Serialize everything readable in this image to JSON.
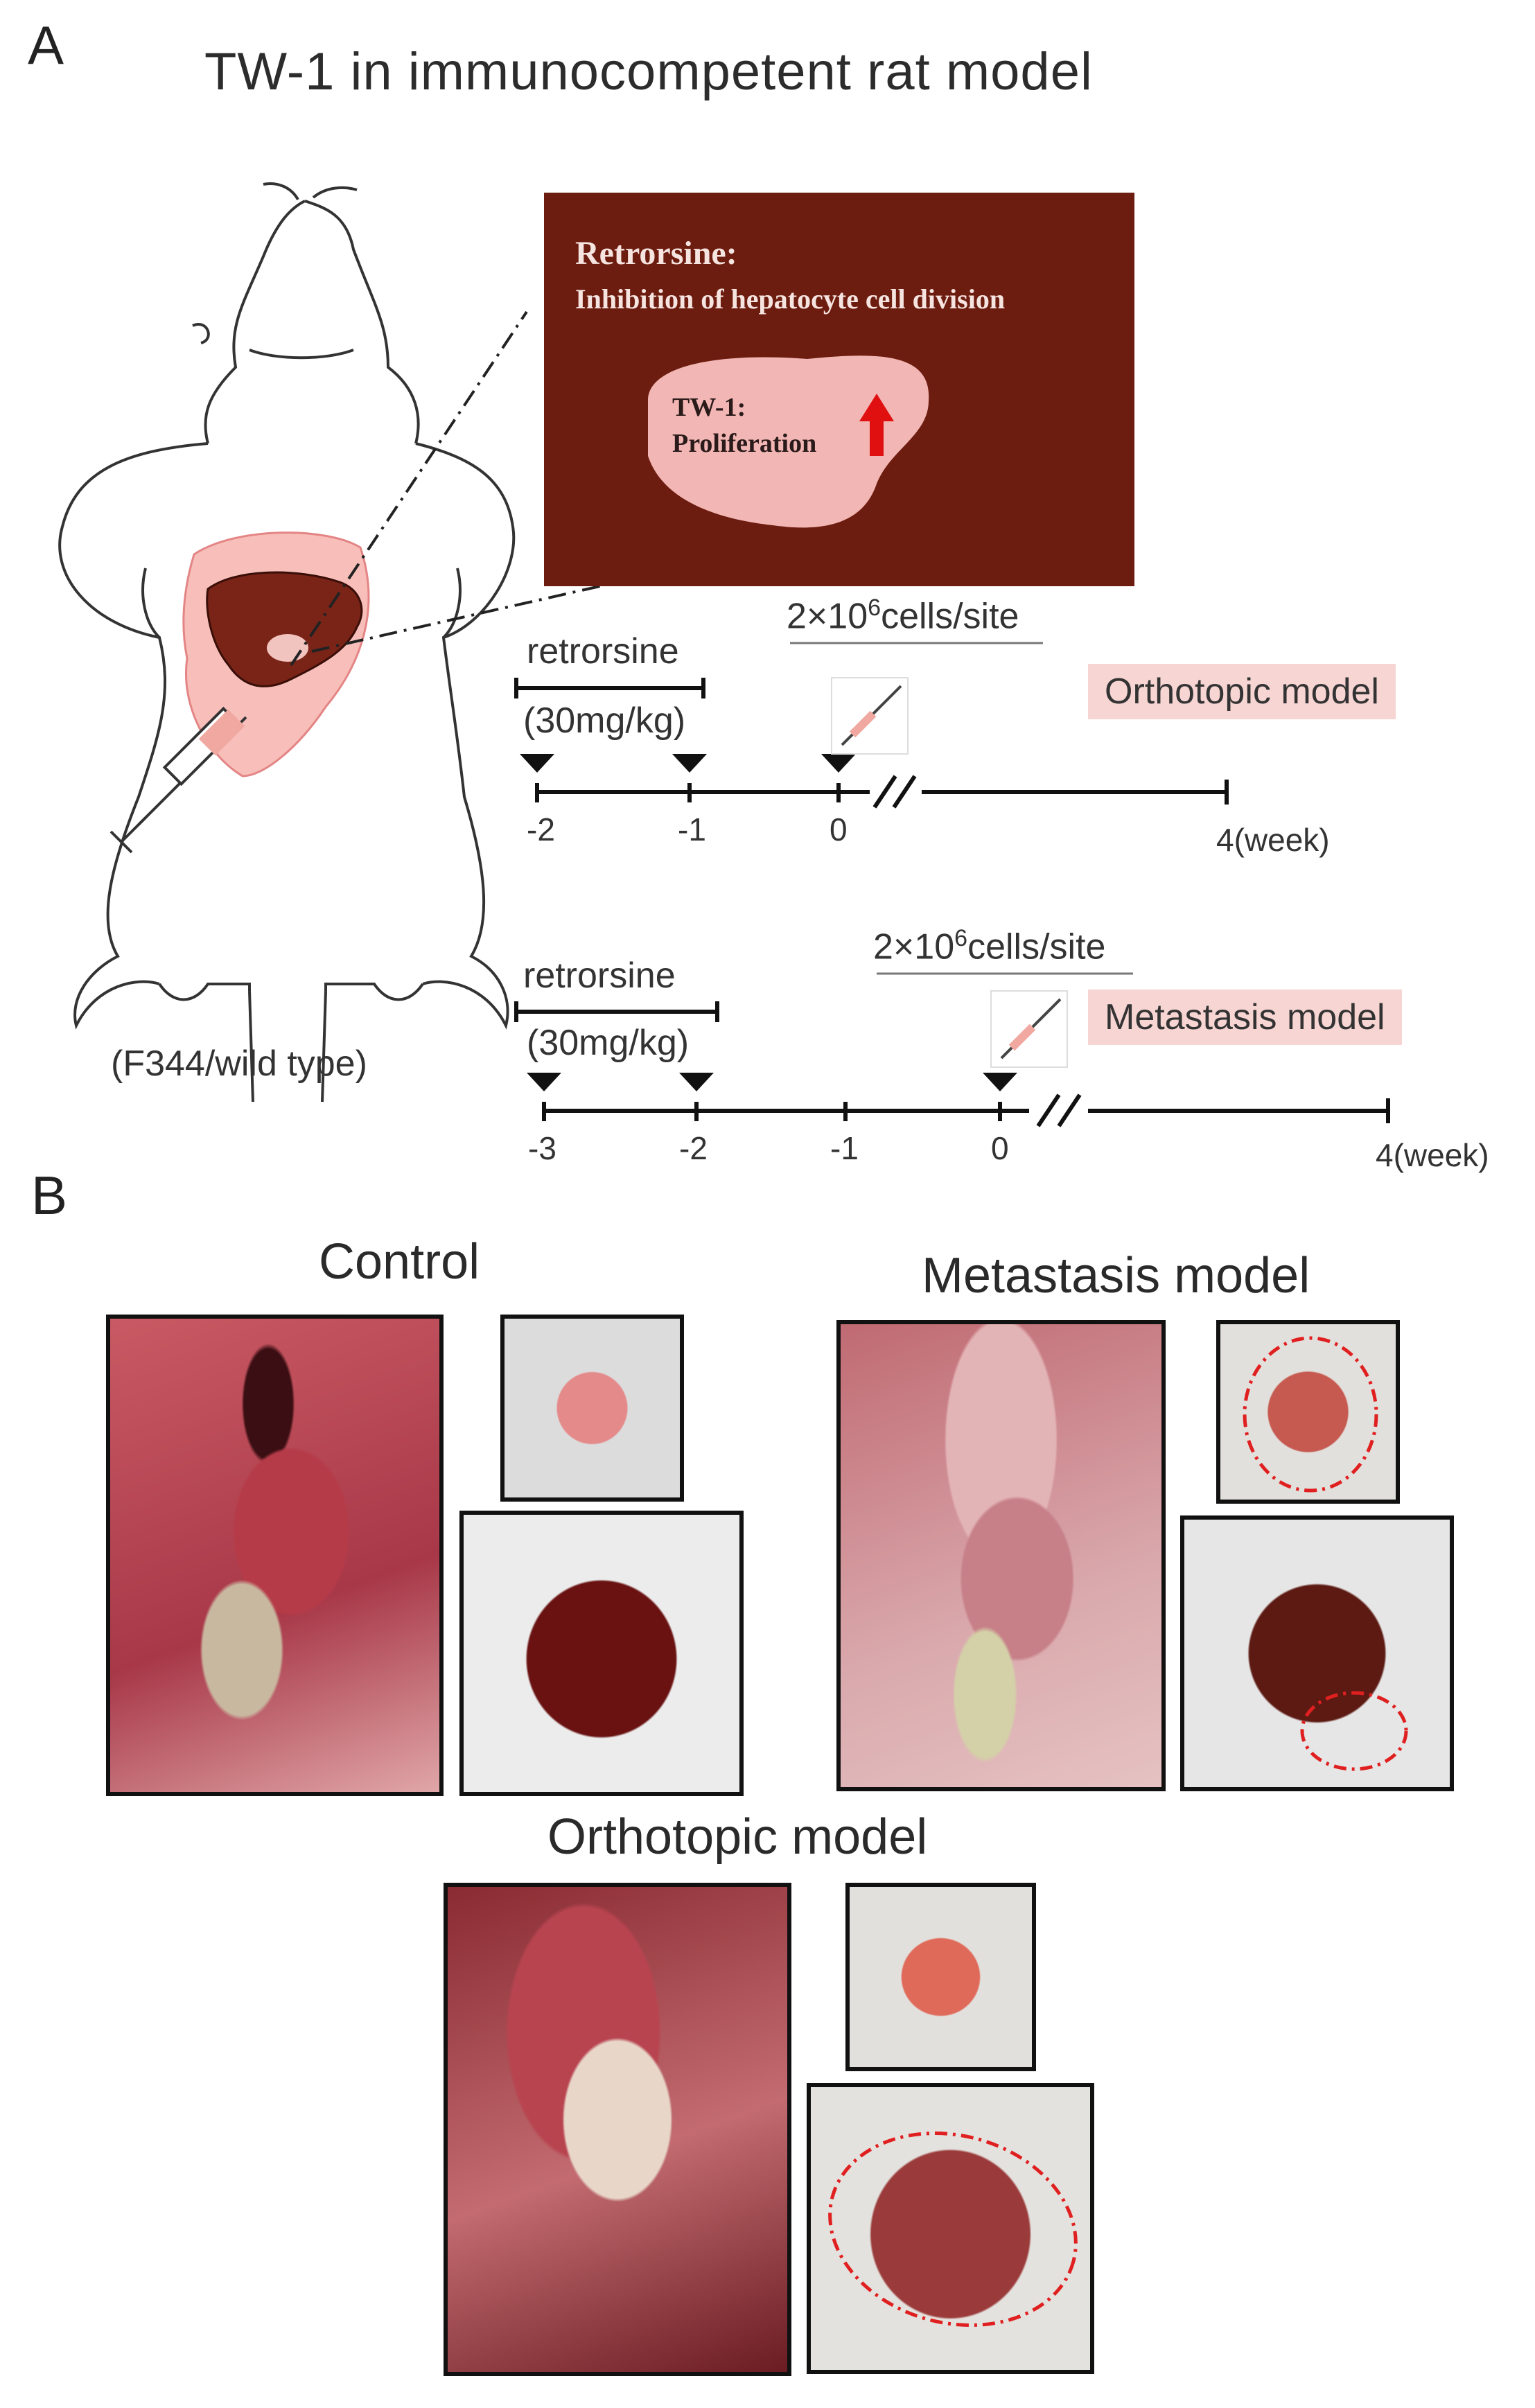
{
  "panel_a": {
    "letter": "A",
    "title": "TW-1 in immunocompetent rat model",
    "rat_label": "(F344/wild type)",
    "inset": {
      "heading": "Retrorsine:",
      "subheading": "Inhibition of hepatocyte cell division",
      "tw1_line1": "TW-1:",
      "tw1_line2": "Proliferation"
    },
    "orthotopic": {
      "cells_label_main": "2×10",
      "cells_label_exp": "6",
      "cells_label_tail": "cells/site",
      "drug": "retrorsine",
      "dose": "(30mg/kg)",
      "model_label": "Orthotopic model",
      "ticks": [
        "-2",
        "-1",
        "0",
        "4"
      ],
      "unit": "(week)"
    },
    "metastasis": {
      "cells_label_main": "2×10",
      "cells_label_exp": "6",
      "cells_label_tail": "cells/site",
      "drug": "retrorsine",
      "dose": "(30mg/kg)",
      "model_label": "Metastasis model",
      "ticks": [
        "-3",
        "-2",
        "-1",
        "0",
        "4"
      ],
      "unit": "(week)"
    }
  },
  "panel_b": {
    "letter": "B",
    "control_title": "Control",
    "metastasis_title": "Metastasis model",
    "orthotopic_title": "Orthotopic model"
  },
  "colors": {
    "inset_bg": "#6d1c10",
    "label_bg": "#f7d5d3",
    "liver": "#7a2418",
    "arrow": "#e01010",
    "tumor_outline": "#e02020"
  }
}
